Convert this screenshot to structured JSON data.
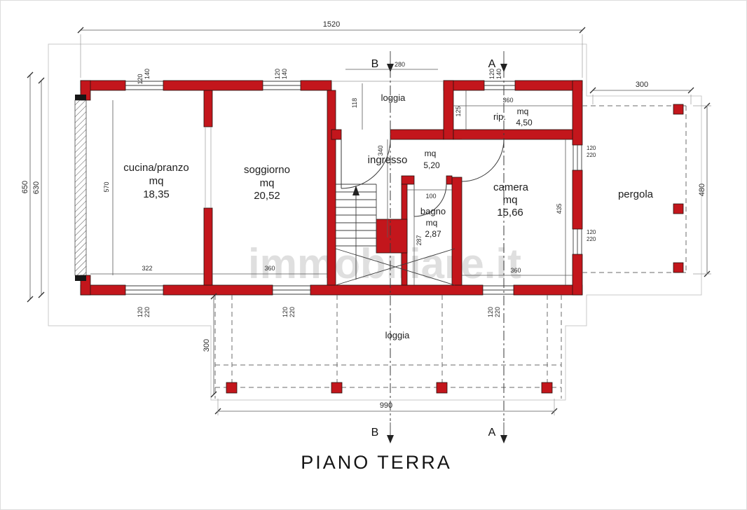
{
  "colors": {
    "wall_red": "#c3161c"
  },
  "title": "PIANO TERRA",
  "watermark": "immobiliare.it",
  "rooms": {
    "cucina": {
      "name": "cucina/pranzo",
      "unit": "mq",
      "area": "18,35"
    },
    "soggiorno": {
      "name": "soggiorno",
      "unit": "mq",
      "area": "20,52"
    },
    "ingresso": {
      "name": "ingresso",
      "unit": "mq",
      "area": "5,20"
    },
    "bagno": {
      "name": "bagno",
      "unit": "mq",
      "area": "2,87"
    },
    "camera": {
      "name": "camera",
      "unit": "mq",
      "area": "15,66"
    },
    "rip": {
      "name": "rip.",
      "unit": "mq",
      "area": "4,50"
    },
    "loggia_top": {
      "name": "loggia"
    },
    "loggia_bottom": {
      "name": "loggia"
    },
    "pergola": {
      "name": "pergola"
    }
  },
  "sections": {
    "a": "A",
    "b": "B"
  },
  "dimensions": {
    "total_width": "1520",
    "side_left_outer": "650",
    "side_left_inner": "630",
    "pergola_width": "300",
    "pergola_depth": "480",
    "loggia_bottom_depth": "300",
    "loggia_bottom_width": "990",
    "loggia_top_width": "280",
    "loggia_top_depth": "118",
    "hall_depth": "340",
    "rip_width": "360",
    "rip_depth": "125",
    "cucina_depth": "570",
    "cucina_width": "322",
    "soggiorno_width": "360",
    "camera_width": "360",
    "camera_depth": "435",
    "bagno_width": "100",
    "bagno_depth": "287",
    "window_140": {
      "w": "120",
      "h": "140"
    },
    "window_220": {
      "w": "120",
      "h": "220"
    }
  }
}
